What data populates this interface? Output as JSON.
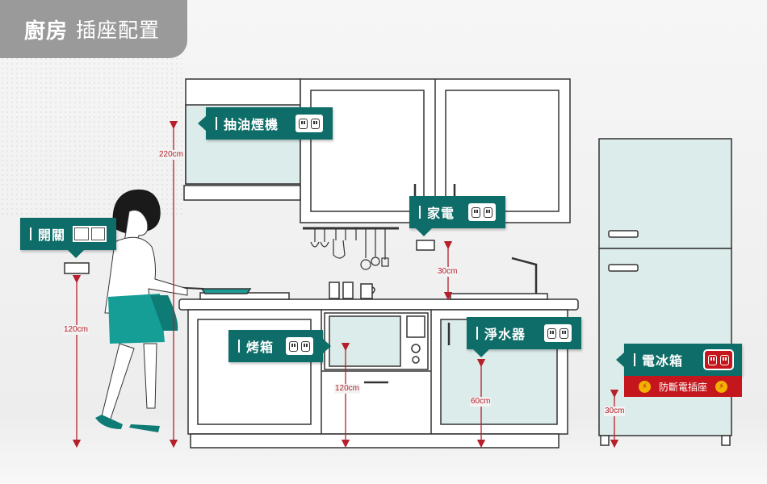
{
  "header": {
    "title_main": "廚房",
    "title_sub": "插座配置"
  },
  "labels": {
    "hood": "抽油煙機",
    "appliance": "家電",
    "switch": "開關",
    "oven": "烤箱",
    "purifier": "淨水器",
    "fridge": "電冰箱",
    "fridge_sub": "防斷電插座"
  },
  "dimensions": {
    "hood_height": "220cm",
    "switch_height": "120cm",
    "appliance_height": "30cm",
    "oven_height": "120cm",
    "purifier_height": "60cm",
    "fridge_height": "30cm"
  },
  "icons": {
    "socket": "outlet-icon",
    "switch": "light-switch-icon",
    "bolt": "lightning-bolt-icon"
  },
  "colors": {
    "label_bg": "#0e6d68",
    "dimension": "#b5202a",
    "fridge_socket": "#c4161c",
    "cabinet_fill": "#dcecea"
  }
}
